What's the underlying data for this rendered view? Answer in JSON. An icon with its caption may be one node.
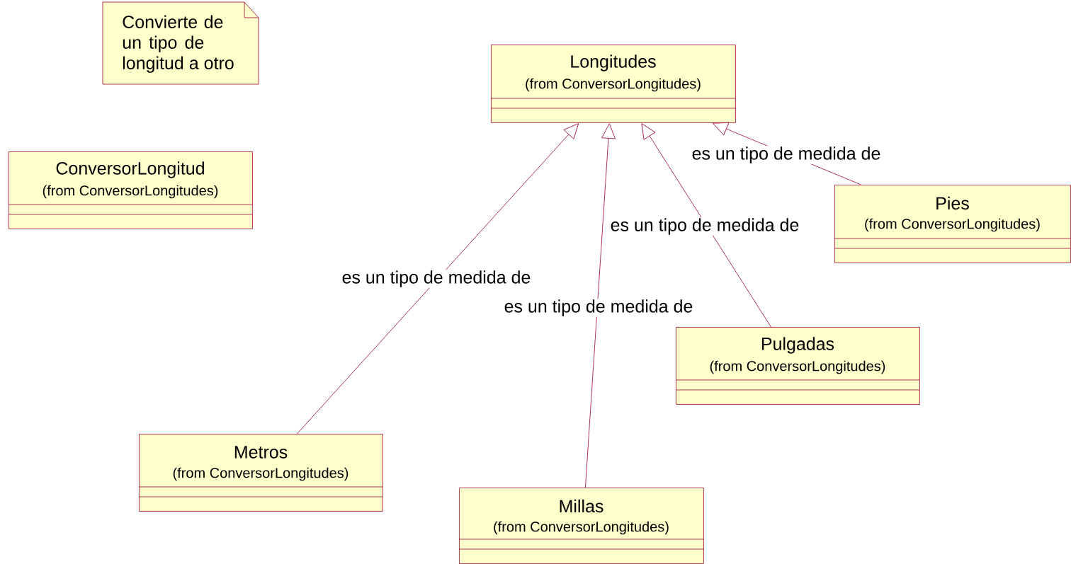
{
  "diagram": {
    "nodes": [
      {
        "text": [
          "Convierte de un tipo de longitud a otro"
        ]
      },
      {
        "text": [
          "Longitudes",
          "(from ConversorLongitudes)"
        ]
      },
      {
        "text": [
          "ConversorLongitud",
          "(from ConversorLongitudes)"
        ]
      },
      {
        "text": [
          "Pies",
          "(from ConversorLongitudes)"
        ]
      },
      {
        "text": [
          "Pulgadas",
          "(from ConversorLongitudes)"
        ]
      },
      {
        "text": [
          "Metros",
          "(from ConversorLongitudes)"
        ]
      },
      {
        "text": [
          "Millas",
          "(from ConversorLongitudes)"
        ]
      }
    ],
    "edges": [
      {
        "from": 5,
        "to": 1,
        "arrow": "to",
        "label": "es un tipo de medida de"
      },
      {
        "from": 6,
        "to": 1,
        "arrow": "to",
        "label": "es un tipo de medida de"
      },
      {
        "from": 4,
        "to": 1,
        "arrow": "to",
        "label": "es un tipo de medida de"
      },
      {
        "from": 3,
        "to": 1,
        "arrow": "to",
        "label": "es un tipo de medida de"
      }
    ]
  }
}
